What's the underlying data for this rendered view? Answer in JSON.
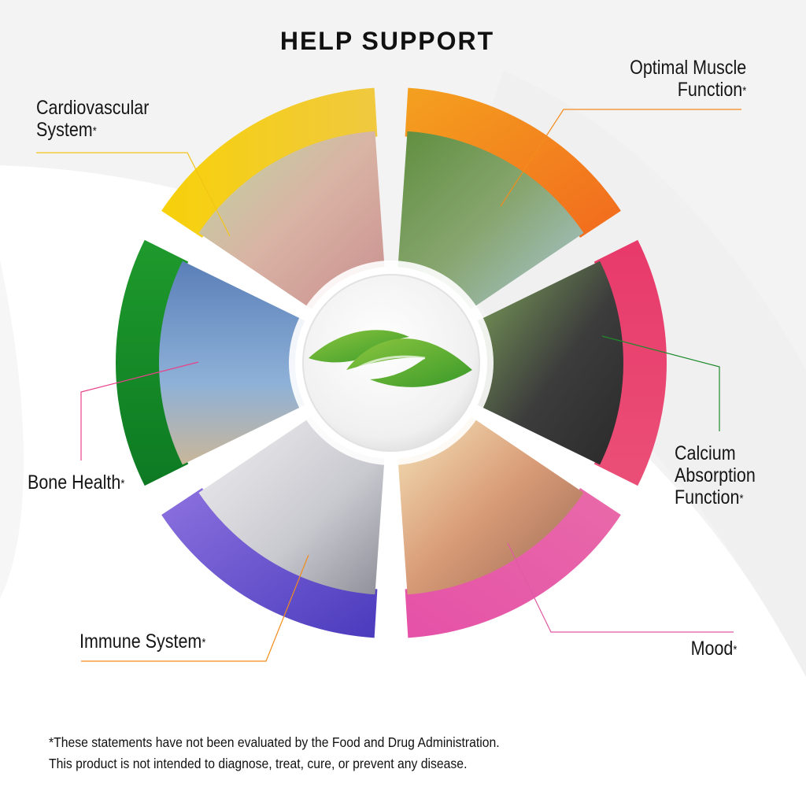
{
  "title": "HELP SUPPORT",
  "benefits": [
    {
      "lines": [
        "Cardiovascular",
        "System"
      ],
      "color": "#f2c417",
      "icon": "heart-hands-photo"
    },
    {
      "lines": [
        "Optimal Muscle",
        "Function"
      ],
      "color": "#f28c1c",
      "icon": "jogging-couple-photo"
    },
    {
      "lines": [
        "Calcium",
        "Absorption",
        "Function"
      ],
      "color": "#e83a73",
      "icon": "smiling-man-photo"
    },
    {
      "lines": [
        "Mood"
      ],
      "color": "#e35aa6",
      "icon": "happy-friends-photo"
    },
    {
      "lines": [
        "Immune System"
      ],
      "color": "#6a55d2",
      "icon": "virus-shield-photo"
    },
    {
      "lines": [
        "Bone Health"
      ],
      "color": "#1f8a2c",
      "icon": "running-woman-photo"
    }
  ],
  "asterisk": "*",
  "center_logo": "leaf-logo-icon",
  "disclaimer": [
    "*These statements have not been evaluated by the Food and Drug Administration.",
    "This product is not intended to diagnose, treat, cure, or prevent any disease."
  ]
}
